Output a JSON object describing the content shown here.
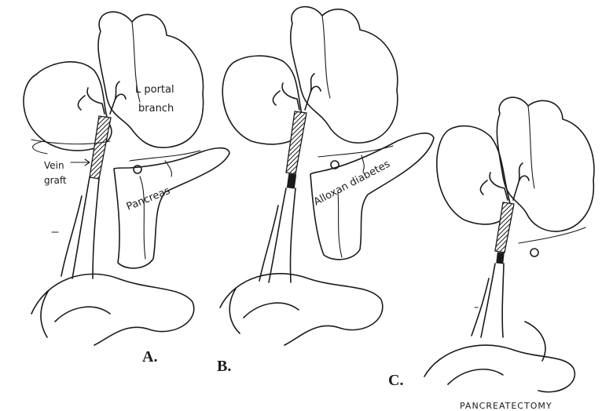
{
  "panels": [
    {
      "letter": "A.",
      "labels": {
        "portal_line1": "L portal",
        "portal_line2": "branch",
        "graft_line1": "Vein",
        "graft_line2": "graft",
        "pancreas": "Pancreas"
      }
    },
    {
      "letter": "B.",
      "labels": {
        "pancreas": "Alloxan diabetes"
      }
    },
    {
      "letter": "C.",
      "labels": {}
    }
  ],
  "caption": "PANCREATECTOMY",
  "colors": {
    "ink": "#1b1b1b",
    "paper": "#ffffff"
  }
}
